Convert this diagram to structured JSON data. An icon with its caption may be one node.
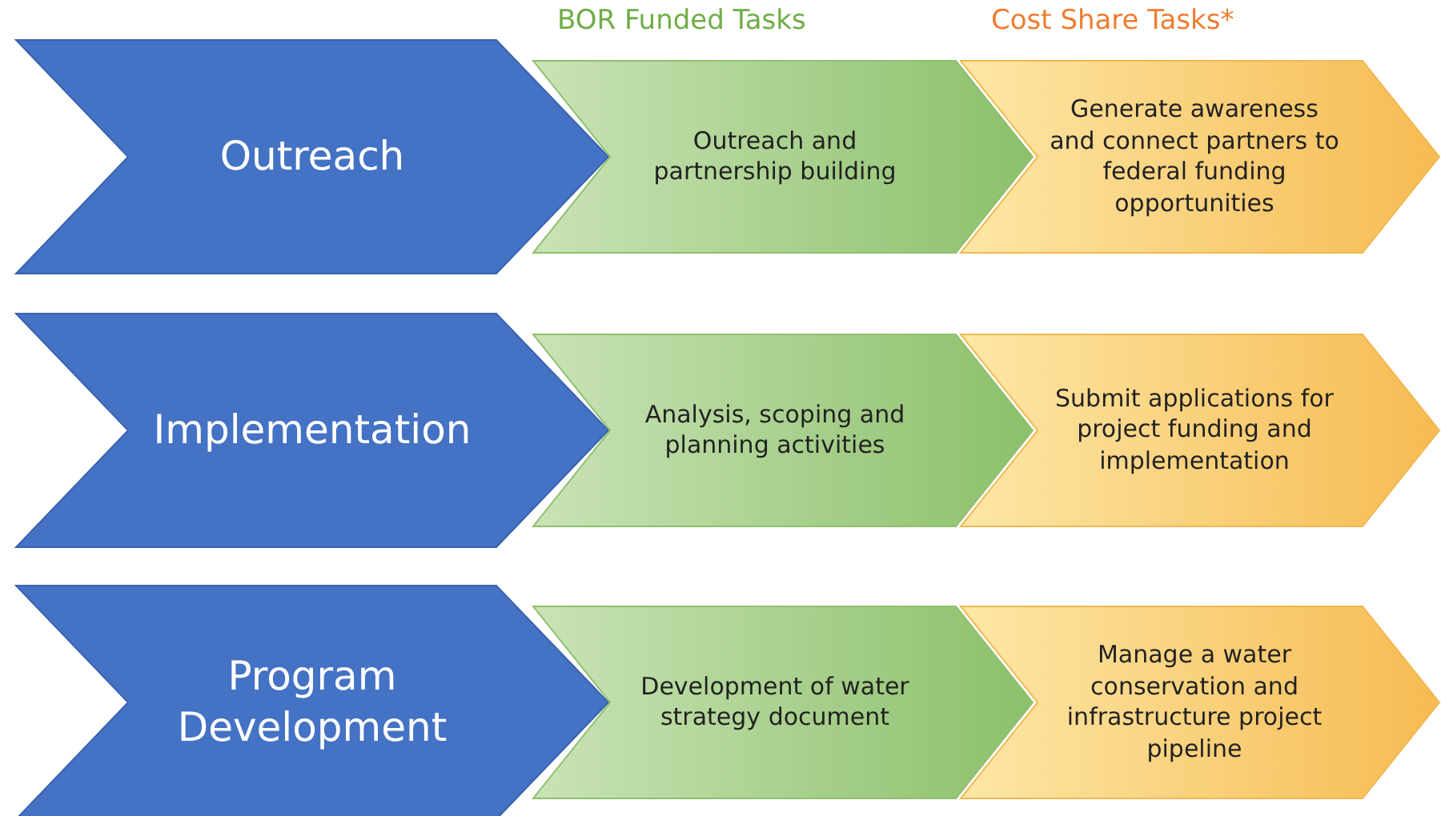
{
  "diagram": {
    "nodes": [
      {
        "text": [
          "Outreach"
        ]
      },
      {
        "text": [
          "Outreach and partnership building"
        ]
      },
      {
        "text": [
          "Generate awareness and connect partners to federal funding opportunities"
        ]
      },
      {
        "text": [
          "Implementation"
        ]
      },
      {
        "text": [
          "Analysis, scoping and planning activities"
        ]
      },
      {
        "text": [
          "Submit applications for project funding and implementation"
        ]
      },
      {
        "text": [
          "Program Development"
        ]
      },
      {
        "text": [
          "Development of water strategy document"
        ]
      },
      {
        "text": [
          "Manage a water conservation and infrastructure project pipeline"
        ]
      }
    ],
    "labels": [
      "BOR Funded Tasks",
      "Cost Share Tasks*"
    ]
  }
}
